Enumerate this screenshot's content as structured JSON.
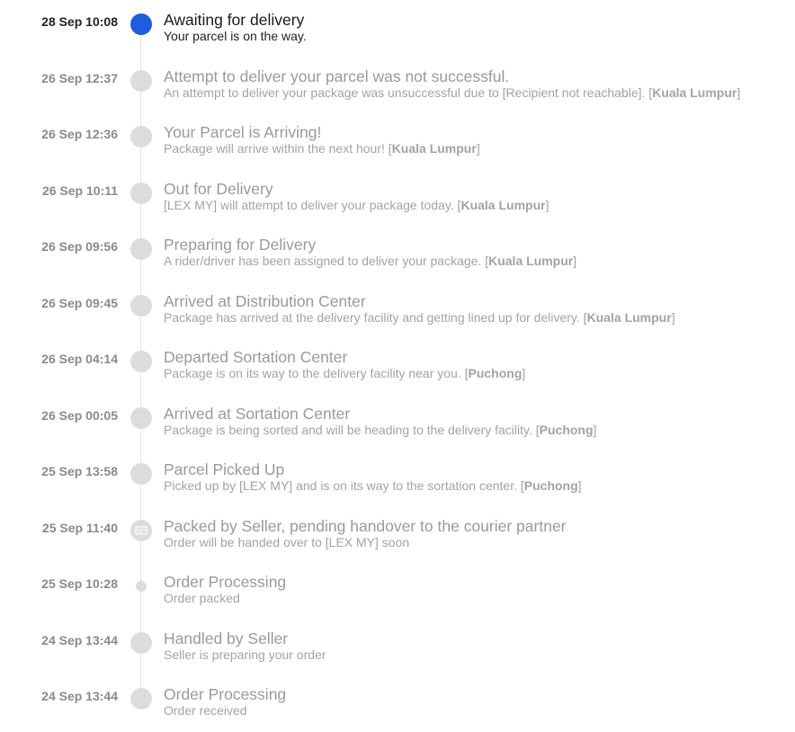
{
  "colors": {
    "active_dot": "#1e5ede",
    "inactive_dot": "#dcdcdc",
    "rail": "#e4e4e4",
    "current_text": "#222222",
    "past_text": "#9a9a9a"
  },
  "events": [
    {
      "time": "28 Sep 10:08",
      "title": "Awaiting for delivery",
      "desc": "Your parcel is on the way.",
      "loc": "",
      "status": "current",
      "icon": "active-dot"
    },
    {
      "time": "26 Sep 12:37",
      "title": "Attempt to deliver your parcel was not successful.",
      "desc": "An attempt to deliver your package was unsuccessful due to [Recipient not reachable]. [",
      "loc": "Kuala Lumpur",
      "status": "past",
      "icon": "dot"
    },
    {
      "time": "26 Sep 12:36",
      "title": "Your Parcel is Arriving!",
      "desc": "Package will arrive within the next hour! [",
      "loc": "Kuala Lumpur",
      "status": "past",
      "icon": "dot"
    },
    {
      "time": "26 Sep 10:11",
      "title": "Out for Delivery",
      "desc": "[LEX MY] will attempt to deliver your package today. [",
      "loc": "Kuala Lumpur",
      "status": "past",
      "icon": "dot"
    },
    {
      "time": "26 Sep 09:56",
      "title": "Preparing for Delivery",
      "desc": "A rider/driver has been assigned to deliver your package. [",
      "loc": "Kuala Lumpur",
      "status": "past",
      "icon": "dot"
    },
    {
      "time": "26 Sep 09:45",
      "title": "Arrived at Distribution Center",
      "desc": "Package has arrived at the delivery facility and getting lined up for delivery. [",
      "loc": "Kuala Lumpur",
      "status": "past",
      "icon": "dot"
    },
    {
      "time": "26 Sep 04:14",
      "title": "Departed Sortation Center",
      "desc": "Package is on its way to the delivery facility near you. [",
      "loc": "Puchong",
      "status": "past",
      "icon": "dot"
    },
    {
      "time": "26 Sep 00:05",
      "title": "Arrived at Sortation Center",
      "desc": "Package is being sorted and will be heading to the delivery facility. [",
      "loc": "Puchong",
      "status": "past",
      "icon": "dot"
    },
    {
      "time": "25 Sep 13:58",
      "title": "Parcel Picked Up",
      "desc": "Picked up by [LEX MY] and is on its way to the sortation center. [",
      "loc": "Puchong",
      "status": "past",
      "icon": "dot"
    },
    {
      "time": "25 Sep 11:40",
      "title": "Packed by Seller, pending handover to the courier partner",
      "desc": "Order will be handed over to [LEX MY] soon",
      "loc": "",
      "status": "past",
      "icon": "box-icon"
    },
    {
      "time": "25 Sep 10:28",
      "title": "Order Processing",
      "desc": "Order packed",
      "loc": "",
      "status": "past",
      "icon": "small-dot"
    },
    {
      "time": "24 Sep 13:44",
      "title": "Handled by Seller",
      "desc": "Seller is preparing your order",
      "loc": "",
      "status": "past",
      "icon": "dot"
    },
    {
      "time": "24 Sep 13:44",
      "title": "Order Processing",
      "desc": "Order received",
      "loc": "",
      "status": "past",
      "icon": "dot"
    }
  ]
}
